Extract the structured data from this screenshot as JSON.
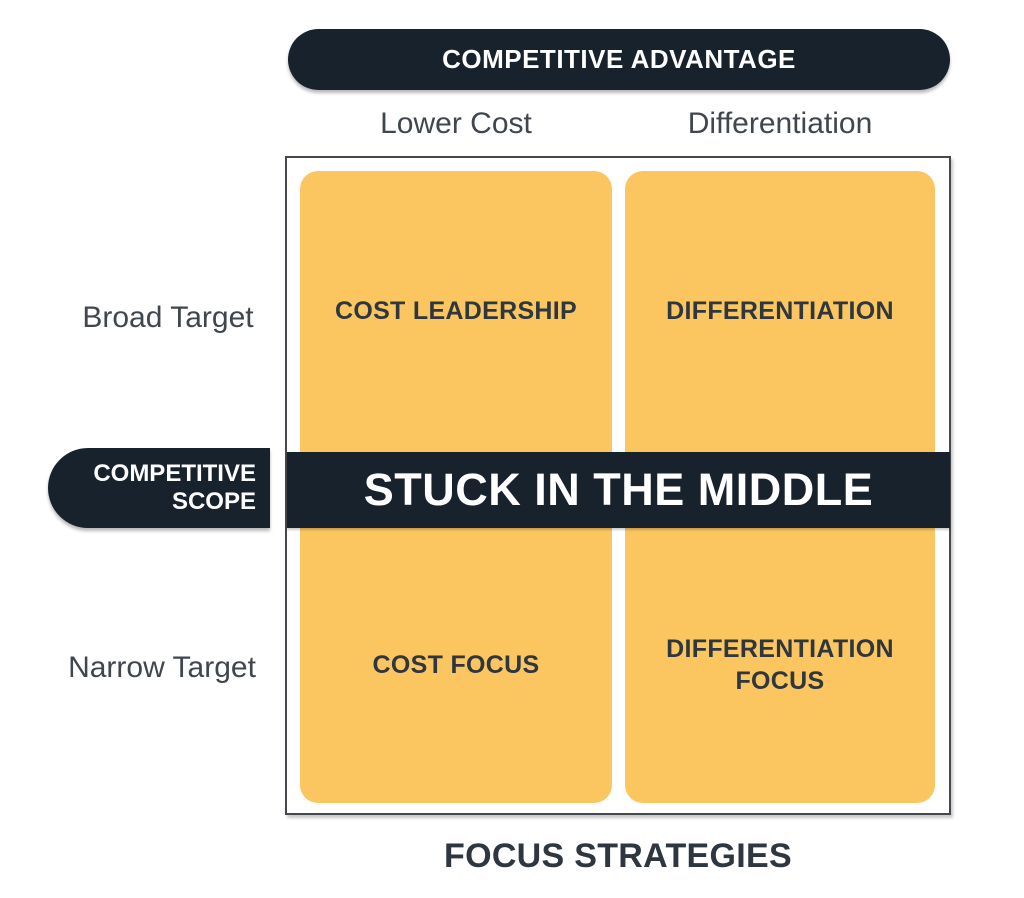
{
  "banner": {
    "label": "COMPETITIVE ADVANTAGE"
  },
  "columns": [
    {
      "label": "Lower Cost"
    },
    {
      "label": "Differentiation"
    }
  ],
  "rows": [
    {
      "label": "Broad Target"
    },
    {
      "label": "Narrow Target"
    }
  ],
  "scope_tab": {
    "label": "COMPETITIVE\nSCOPE"
  },
  "quadrants": [
    {
      "name": "cost-leadership",
      "label": "COST LEADERSHIP"
    },
    {
      "name": "differentiation",
      "label": "DIFFERENTIATION"
    },
    {
      "name": "cost-focus",
      "label": "COST FOCUS"
    },
    {
      "name": "differentiation-focus",
      "label": "DIFFERENTIATION\nFOCUS"
    }
  ],
  "middle_band": {
    "label": "STUCK IN THE MIDDLE"
  },
  "footer": {
    "label": "FOCUS STRATEGIES"
  },
  "colors": {
    "dark_navy": "#18222d",
    "quadrant_yellow": "#fbc55f",
    "axis_label_text": "#3f464e",
    "quadrant_text": "#2e3640",
    "band_text": "#ffffff",
    "matrix_border": "#45494e",
    "background": "#ffffff"
  }
}
